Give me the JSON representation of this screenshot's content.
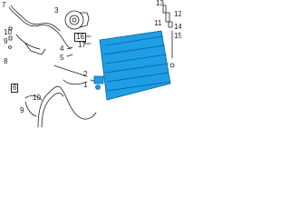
{
  "callouts": {
    "c1": "1",
    "c2": "2",
    "c3": "3",
    "c4": "4",
    "c5": "5",
    "c6": "6",
    "c7": "7",
    "c8": "8",
    "c9a": "9",
    "c9b": "9",
    "c10a": "10",
    "c10b": "10",
    "c11": "11",
    "c12": "12",
    "c13": "13",
    "c14": "14",
    "c15": "15",
    "c16": "16",
    "c17": "17"
  },
  "colors": {
    "line": "#1e1e1e",
    "highlight_fill": "#1e9ee6",
    "highlight_stroke": "#0a5f97",
    "background": "#ffffff"
  },
  "parts": {
    "condenser": "condenser-icon",
    "compressor": "compressor-icon",
    "lines": "refrigerant-line-icon"
  }
}
